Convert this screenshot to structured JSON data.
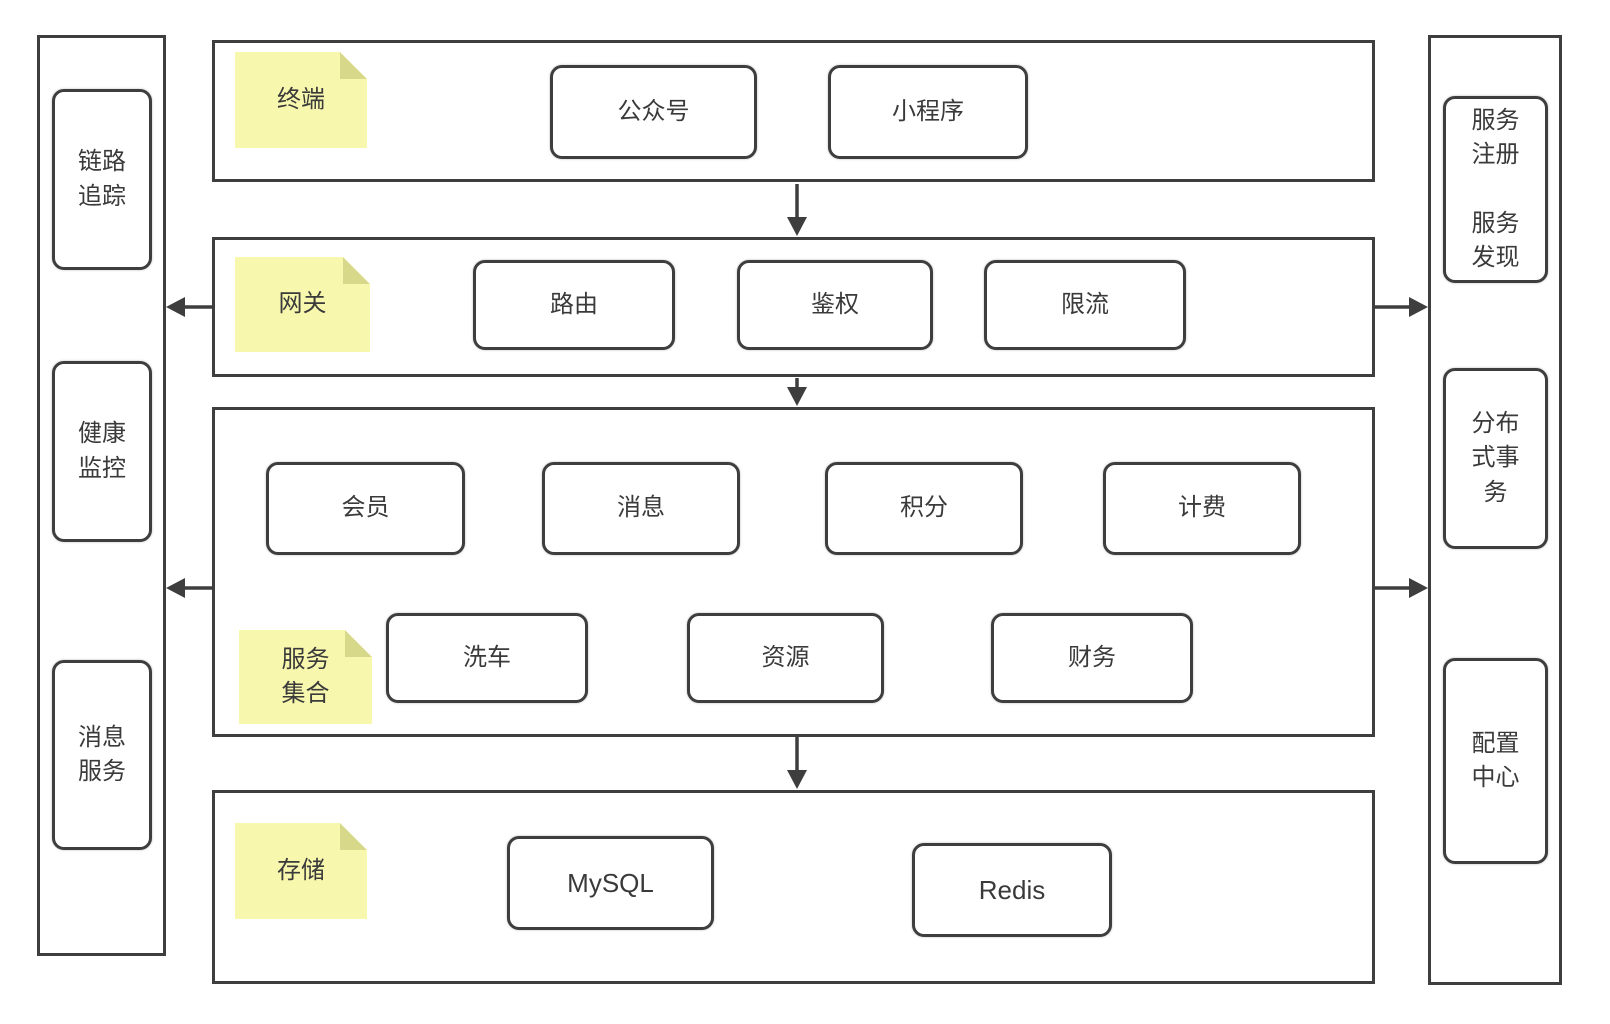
{
  "colors": {
    "border": "#3e3e3e",
    "text": "#3a3a3a",
    "sticky_bg": "#f7f7ae",
    "sticky_fold": "#d8d88a",
    "background": "#ffffff"
  },
  "sidebar_left": {
    "items": [
      "链路\n追踪",
      "健康\n监控",
      "消息\n服务"
    ]
  },
  "sidebar_right": {
    "items": [
      "服务\n注册\n\n服务\n发现",
      "分布\n式事\n务",
      "配置\n中心"
    ]
  },
  "bands": {
    "terminal": {
      "label": "终端",
      "boxes": [
        "公众号",
        "小程序"
      ]
    },
    "gateway": {
      "label": "网关",
      "boxes": [
        "路由",
        "鉴权",
        "限流"
      ]
    },
    "services": {
      "label": "服务\n集合",
      "row1": [
        "会员",
        "消息",
        "积分",
        "计费"
      ],
      "row2": [
        "洗车",
        "资源",
        "财务"
      ]
    },
    "storage": {
      "label": "存储",
      "boxes": [
        "MySQL",
        "Redis"
      ]
    }
  }
}
